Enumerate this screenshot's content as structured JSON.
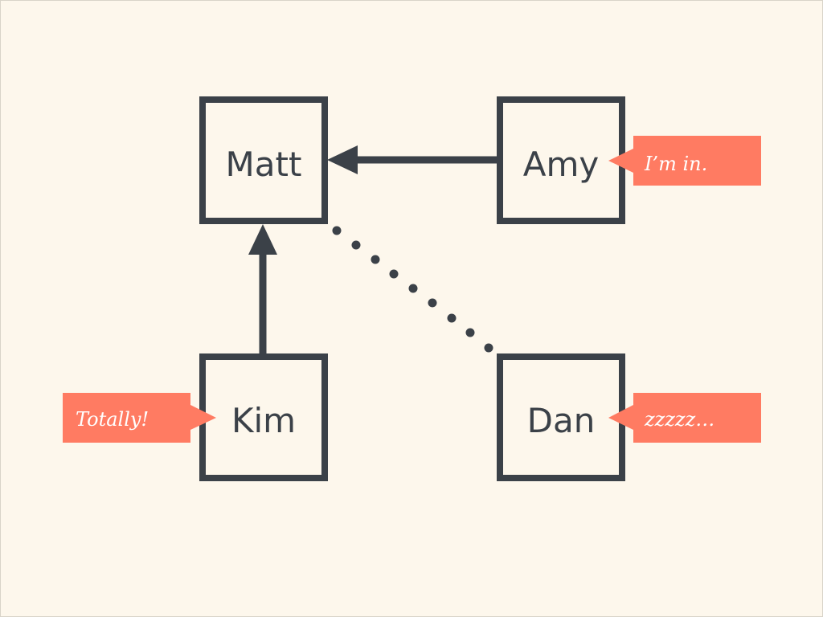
{
  "nodes": {
    "matt": "Matt",
    "amy": "Amy",
    "kim": "Kim",
    "dan": "Dan"
  },
  "bubbles": {
    "amy": "I’m in.",
    "kim": "Totally!",
    "dan": "zzzzz…"
  },
  "colors": {
    "background": "#fdf7ec",
    "node_stroke": "#3b4148",
    "bubble_fill": "#ff7b62",
    "text": "#3b4148"
  }
}
